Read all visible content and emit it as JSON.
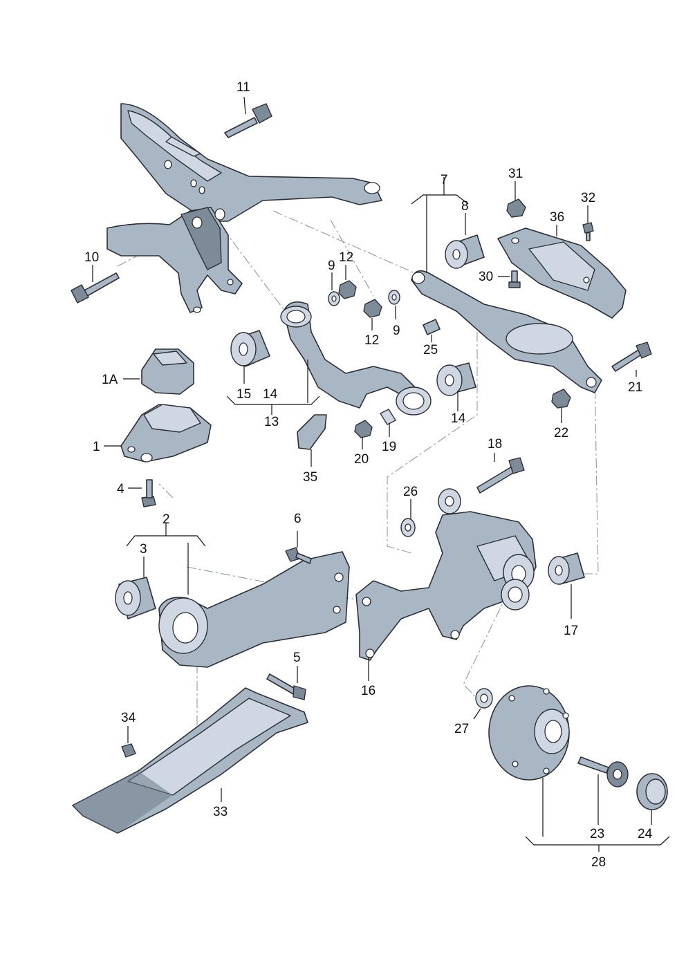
{
  "callouts": {
    "c1": "1",
    "c1a": "1A",
    "c2": "2",
    "c3": "3",
    "c4": "4",
    "c5": "5",
    "c6": "6",
    "c7": "7",
    "c8": "8",
    "c9a": "9",
    "c9b": "9",
    "c10": "10",
    "c11": "11",
    "c12a": "12",
    "c12b": "12",
    "c13": "13",
    "c14a": "14",
    "c14b": "14",
    "c15": "15",
    "c16": "16",
    "c17": "17",
    "c18": "18",
    "c19": "19",
    "c20": "20",
    "c21": "21",
    "c22": "22",
    "c23": "23",
    "c24": "24",
    "c25": "25",
    "c26": "26",
    "c27": "27",
    "c28": "28",
    "c30": "30",
    "c31": "31",
    "c32": "32",
    "c33": "33",
    "c34": "34",
    "c35": "35",
    "c36": "36"
  },
  "colors": {
    "part_fill": "#a9b6c4",
    "part_light": "#cfd8e2",
    "part_dark": "#7d8b99",
    "outline": "#2b3037",
    "dash_line": "#8a9aa8"
  }
}
